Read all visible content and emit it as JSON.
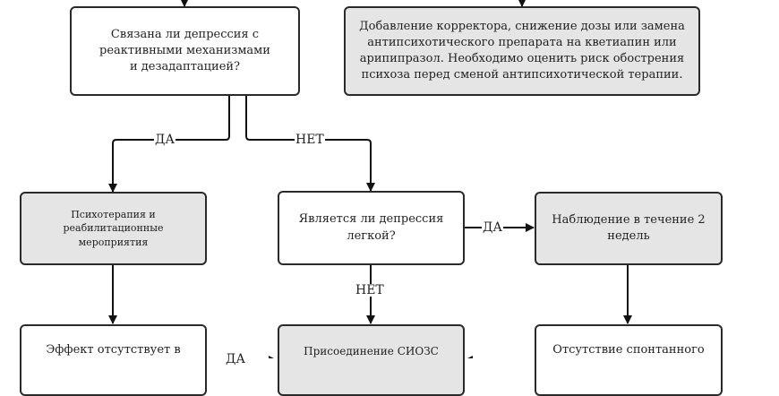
{
  "diagram": {
    "nodes": {
      "q_reactive": {
        "text": "Связана ли депрессия с\nреактивными механизмами\nи дезадаптацией?",
        "kind": "decision"
      },
      "correction": {
        "text": "Добавление корректора, снижение дозы или замена\nантипсихотического препарата на кветиапин или\nарипипразол. Необходимо оценить риск обострения\nпсихоза перед сменой антипсихотической терапии.",
        "kind": "action"
      },
      "psychotherapy": {
        "text": "Психотерапия и\nреабилитационные\nмероприятия",
        "kind": "action"
      },
      "q_mild": {
        "text": "Является ли депрессия\nлегкой?",
        "kind": "decision"
      },
      "observation": {
        "text": "Наблюдение в течение 2\nнедель",
        "kind": "action"
      },
      "no_effect": {
        "text": "Эффект отсутствует в",
        "kind": "decision"
      },
      "ssri": {
        "text": "Присоединение СИОЗС",
        "kind": "action"
      },
      "no_spontaneous": {
        "text": "Отсутствие спонтанного",
        "kind": "decision"
      }
    },
    "edge_labels": {
      "reactive_yes": "ДА",
      "reactive_no": "НЕТ",
      "mild_yes": "ДА",
      "mild_no": "НЕТ",
      "no_effect_yes": "ДА"
    },
    "edges": [
      {
        "from": "q_reactive",
        "to": "psychotherapy",
        "label": "ДА"
      },
      {
        "from": "q_reactive",
        "to": "q_mild",
        "label": "НЕТ"
      },
      {
        "from": "q_mild",
        "to": "observation",
        "label": "ДА"
      },
      {
        "from": "q_mild",
        "to": "ssri",
        "label": "НЕТ"
      },
      {
        "from": "psychotherapy",
        "to": "no_effect",
        "label": ""
      },
      {
        "from": "observation",
        "to": "no_spontaneous",
        "label": ""
      },
      {
        "from": "no_effect",
        "to": "ssri",
        "label": "ДА"
      },
      {
        "from": "no_spontaneous",
        "to": "ssri",
        "label": ""
      }
    ],
    "colors": {
      "action_fill": "#e5e5e5",
      "decision_fill": "#ffffff",
      "stroke": "#2a2a2a"
    }
  }
}
